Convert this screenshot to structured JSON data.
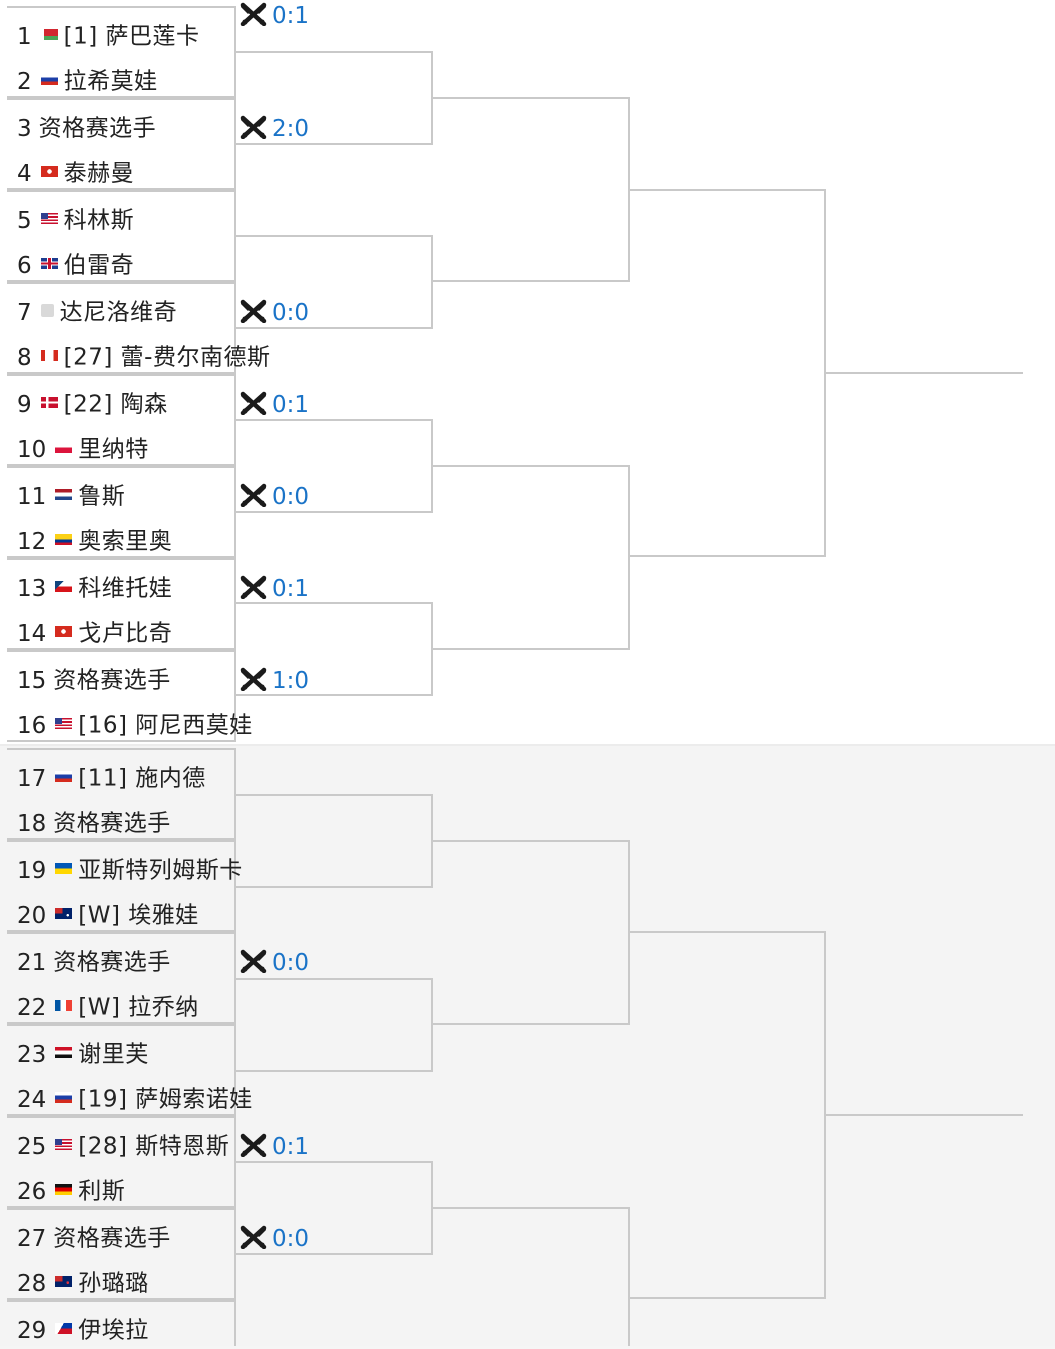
{
  "players": [
    {
      "num": "1",
      "flag": "by",
      "name": "[1] 萨巴莲卡"
    },
    {
      "num": "2",
      "flag": "ru",
      "name": "拉希莫娃"
    },
    {
      "num": "3",
      "flag": "",
      "name": "资格赛选手"
    },
    {
      "num": "4",
      "flag": "ch",
      "name": "泰赫曼"
    },
    {
      "num": "5",
      "flag": "us",
      "name": "科林斯"
    },
    {
      "num": "6",
      "flag": "gb",
      "name": "伯雷奇"
    },
    {
      "num": "7",
      "flag": "neutral",
      "name": "达尼洛维奇"
    },
    {
      "num": "8",
      "flag": "ca",
      "name": "[27] 蕾-费尔南德斯"
    },
    {
      "num": "9",
      "flag": "dk",
      "name": "[22] 陶森"
    },
    {
      "num": "10",
      "flag": "pl",
      "name": "里纳特"
    },
    {
      "num": "11",
      "flag": "nl",
      "name": "鲁斯"
    },
    {
      "num": "12",
      "flag": "co",
      "name": "奥索里奥"
    },
    {
      "num": "13",
      "flag": "cz",
      "name": "科维托娃"
    },
    {
      "num": "14",
      "flag": "ch",
      "name": "戈卢比奇"
    },
    {
      "num": "15",
      "flag": "",
      "name": "资格赛选手"
    },
    {
      "num": "16",
      "flag": "us",
      "name": "[16] 阿尼西莫娃"
    },
    {
      "num": "17",
      "flag": "ru",
      "name": "[11] 施内德"
    },
    {
      "num": "18",
      "flag": "",
      "name": "资格赛选手"
    },
    {
      "num": "19",
      "flag": "ua",
      "name": "亚斯特列姆斯卡"
    },
    {
      "num": "20",
      "flag": "au",
      "name": "[W] 埃雅娃"
    },
    {
      "num": "21",
      "flag": "",
      "name": "资格赛选手"
    },
    {
      "num": "22",
      "flag": "fr",
      "name": "[W] 拉乔纳"
    },
    {
      "num": "23",
      "flag": "eg",
      "name": "谢里芙"
    },
    {
      "num": "24",
      "flag": "ru",
      "name": "[19] 萨姆索诺娃"
    },
    {
      "num": "25",
      "flag": "us",
      "name": "[28] 斯特恩斯"
    },
    {
      "num": "26",
      "flag": "de",
      "name": "利斯"
    },
    {
      "num": "27",
      "flag": "",
      "name": "资格赛选手"
    },
    {
      "num": "28",
      "flag": "nz",
      "name": "孙璐璐"
    },
    {
      "num": "29",
      "flag": "ph",
      "name": "伊埃拉"
    }
  ],
  "h2h": [
    {
      "pair": 1,
      "value": "2:0"
    },
    {
      "pair": 3,
      "value": "0:0"
    },
    {
      "pair": 4,
      "value": "0:1"
    },
    {
      "pair": 5,
      "value": "0:0"
    },
    {
      "pair": 6,
      "value": "0:1"
    },
    {
      "pair": 7,
      "value": "1:0"
    },
    {
      "pair": 10,
      "value": "0:0"
    },
    {
      "pair": 12,
      "value": "0:1"
    },
    {
      "pair": 13,
      "value": "0:0"
    },
    {
      "pair": 15,
      "value": "0:1"
    }
  ],
  "colors": {
    "score": "#1a73c7",
    "bracket_line": "#c9c9c9",
    "text": "#222222"
  },
  "icons": {
    "h2h": "crossed-rackets-icon"
  }
}
